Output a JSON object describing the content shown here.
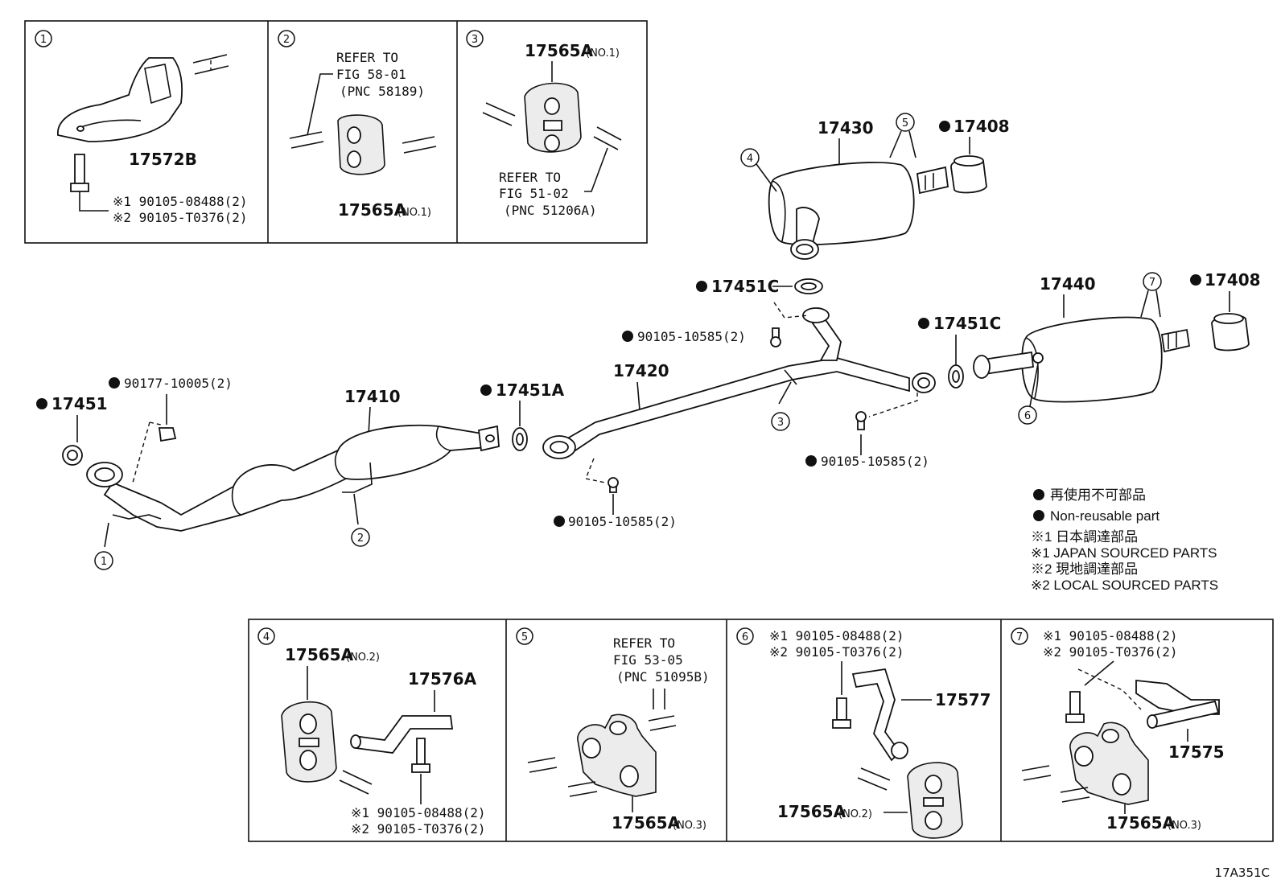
{
  "parts": {
    "p17410": "17410",
    "p17420": "17420",
    "p17430": "17430",
    "p17440": "17440",
    "p17451": "17451",
    "p17451A": "17451A",
    "p17451C_a": "17451C",
    "p17451C_b": "17451C",
    "p17408_a": "17408",
    "p17408_b": "17408",
    "b90177": "90177-10005(2)",
    "b10585_a": "90105-10585(2)",
    "b10585_b": "90105-10585(2)",
    "b10585_c": "90105-10585(2)"
  },
  "callouts": [
    "1",
    "2",
    "3",
    "4",
    "5",
    "6",
    "7"
  ],
  "insets": {
    "i1": {
      "num": "1",
      "part": "17572B",
      "bolt1": "※1 90105-08488(2)",
      "bolt2": "※2 90105-T0376(2)"
    },
    "i2": {
      "num": "2",
      "ref1": "REFER TO",
      "ref2": "FIG 58-01",
      "ref3": "(PNC 58189)",
      "part": "17565A",
      "sub": "(NO.1)"
    },
    "i3": {
      "num": "3",
      "part": "17565A",
      "sub": "(NO.1)",
      "ref1": "REFER TO",
      "ref2": "FIG 51-02",
      "ref3": "(PNC 51206A)"
    },
    "i4": {
      "num": "4",
      "partA": "17565A",
      "subA": "(NO.2)",
      "partB": "17576A",
      "bolt1": "※1 90105-08488(2)",
      "bolt2": "※2 90105-T0376(2)"
    },
    "i5": {
      "num": "5",
      "ref1": "REFER TO",
      "ref2": "FIG 53-05",
      "ref3": "(PNC 51095B)",
      "part": "17565A",
      "sub": "(NO.3)"
    },
    "i6": {
      "num": "6",
      "bolt1": "※1 90105-08488(2)",
      "bolt2": "※2 90105-T0376(2)",
      "partA": "17577",
      "partB": "17565A",
      "subB": "(NO.2)"
    },
    "i7": {
      "num": "7",
      "bolt1": "※1 90105-08488(2)",
      "bolt2": "※2 90105-T0376(2)",
      "partA": "17575",
      "partB": "17565A",
      "subB": "(NO.3)"
    }
  },
  "legend": {
    "l1": "再使用不可部品",
    "l2": "Non-reusable part",
    "l3": "※1  日本調達部品",
    "l4": "※1  JAPAN SOURCED PARTS",
    "l5": "※2  現地調達部品",
    "l6": "※2  LOCAL SOURCED PARTS"
  },
  "figure_id": "17A351C"
}
